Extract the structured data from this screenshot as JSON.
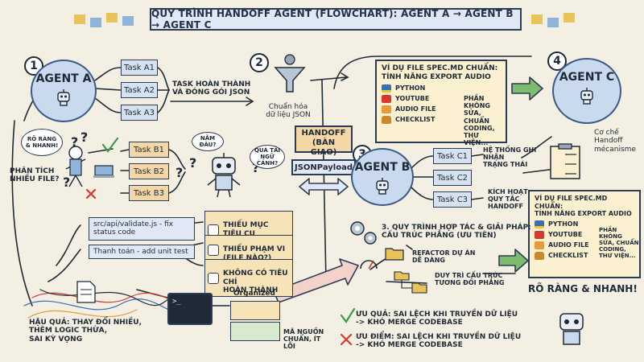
{
  "title": "QUY TRÌNH HANDOFF AGENT (FLOWCHART): AGENT A → AGENT B → AGENT C",
  "sticky_colors": [
    "#e8c35a",
    "#8fb3d9",
    "#e8c35a",
    "#8fb3d9",
    "#e8c35a",
    "#8fb3d9",
    "#e8c35a"
  ],
  "steps": {
    "one": "1",
    "two": "2",
    "three": "3",
    "four": "4"
  },
  "agent_a": {
    "label": "AGENT A",
    "tasks": [
      "Task A1",
      "Task A2",
      "Task A3"
    ],
    "output_label": "TASK HOÀN THÀNH\nVÀ ĐÓNG GÓI JSON"
  },
  "funnel": {
    "caption": "Chuẩn hóa\ndữ liệu JSON"
  },
  "handoff": {
    "label": "HANDOFF\n(BÀN GIAO)",
    "payload": "JSONPayload"
  },
  "agent_b": {
    "label": "AGENT B",
    "tasks": [
      "Task C1",
      "Task C2",
      "Task C3"
    ],
    "note_top": "HỆ THỐNG GHI NHẬN\nTRẠNG THÁI",
    "note_bottom": "KÍCH HOẠT\nQUY TẮC\nHANDOFF"
  },
  "agent_c": {
    "label": "AGENT C",
    "mechanism": "Cơ chế\nHandoff\nmécanisme"
  },
  "spec_top": {
    "head": "VÍ DỤ FILE SPEC.MD CHUẨN:\nTÍNH NĂNG EXPORT AUDIO",
    "items": [
      "PYTHON",
      "YOUTUBE",
      "AUDIO FILE",
      "CHECKLIST"
    ],
    "note": "PHẦN KHÔNG\nSỬA, CHUẨN\nCODING,\nTHƯ VIỆN..."
  },
  "spec_bottom": {
    "head": "VÍ DỤ FILE SPEC.MD CHUẨN:\nTÍNH NĂNG EXPORT AUDIO",
    "items": [
      "PYTHON",
      "YOUTUBE",
      "AUDIO FILE",
      "CHECKLIST"
    ],
    "note": "PHẦN KHÔNG\nSỬA, CHUẨN\nCODING,\nTHƯ VIỆN..."
  },
  "confused": {
    "bubble_left": "RÕ RÀNG\n& NHANH!",
    "analysis": "PHÂN TÍCH\nNHIỀU FILE?",
    "tasks": [
      "Task B1",
      "Task B2",
      "Task B3"
    ],
    "bubble_where": "NẰM ĐÂU?",
    "bubble_overload": "QUÁ TẢI\nNGỮ CẢNH?"
  },
  "issues": {
    "code_lines": [
      "src/api/validate.js - fix\nstatus code",
      "Thanh toán - add unit test"
    ],
    "items": [
      "THIẾU MỤC TIÊU CỤ\nTHỂ (LỖI GÌ?)",
      "THIẾU PHẠM VI\n(FILE NÀO?)",
      "KHÔNG CÓ TIÊU CHÍ\nHOÀN THÀNH"
    ]
  },
  "consequence": {
    "text": "HẬU QUẢ: THAY ĐỔI NHIỀU,\nTHÊM LOGIC THỪA,\nSAI KỲ VỌNG",
    "organized": "Organized",
    "clean_code": "MÃ NGUỒN\nCHUẨN, ÍT LỖI"
  },
  "process": {
    "heading": "3. QUY TRÌNH HỢP TÁC & GIẢI PHÁP:\nCẤU TRÚC PHẲNG (ƯU TIÊN)",
    "refactor": "REFACTOR DỰ ÁN\nDỄ DÀNG",
    "maintain": "DUY TRÌ CẤU TRÚC\nTƯƠNG ĐỐI PHẲNG",
    "slogan": "RÕ RÀNG & NHANH!"
  },
  "pros_cons": {
    "pro": "ƯU QUẢ: SAI LỆCH KHI TRUYỀN DỮ LIỆU\n-> KHÓ MERGE CODEBASE",
    "con": "ƯU ĐIỂM: SAI LỆCH KHI TRUYỀN DỮ LIỆU\n-> KHÓ MERGE CODEBASE"
  }
}
